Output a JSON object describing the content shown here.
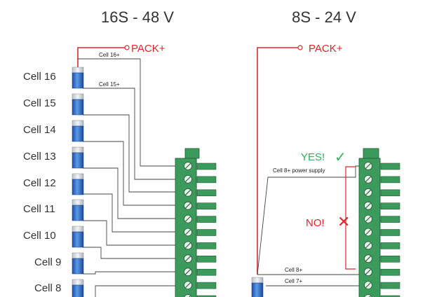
{
  "titles": {
    "left": "16S - 48 V",
    "right": "8S - 24 V"
  },
  "pack_label": "PACK+",
  "left_cells": [
    "Cell 16",
    "Cell 15",
    "Cell 14",
    "Cell 13",
    "Cell 12",
    "Cell 11",
    "Cell 10",
    "Cell 9",
    "Cell 8"
  ],
  "left_wire_labels": {
    "cell16plus": "Cell 16+",
    "cell15plus": "Cell 15+"
  },
  "right_annotations": {
    "yes": "YES!",
    "yes_mark": "✓",
    "no": "NO!",
    "no_mark": "✕",
    "power_supply": "Cell 8+ power supply",
    "cell8plus": "Cell 8+",
    "cell7plus": "Cell 7+"
  },
  "colors": {
    "pack_red": "#e8232a",
    "yes_green": "#33b25a",
    "connector_green": "#3c9a5c",
    "connector_dark": "#2f7d48",
    "cell_blue": "#2f6fd0",
    "wire": "#333333"
  }
}
